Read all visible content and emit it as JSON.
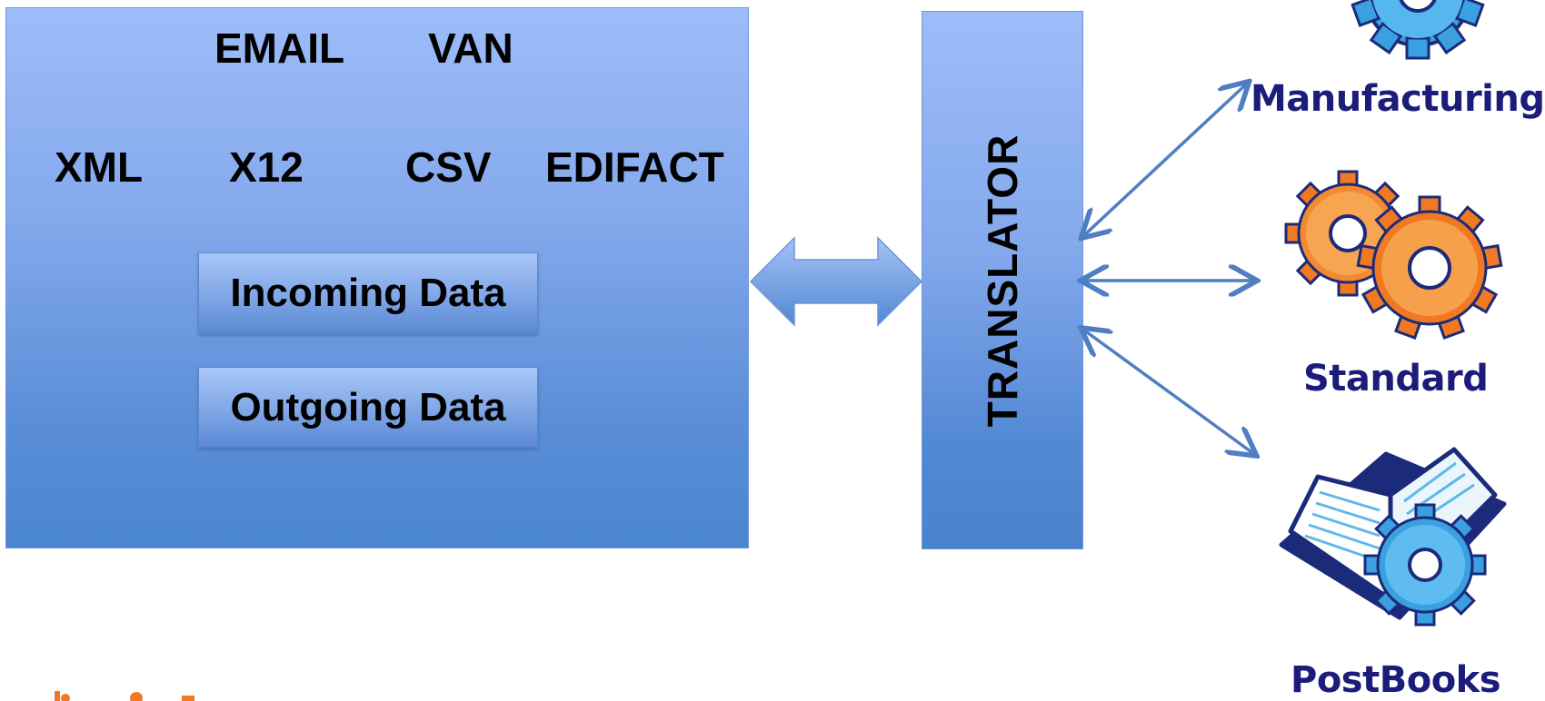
{
  "formats": {
    "email": "EMAIL",
    "van": "VAN",
    "xml": "XML",
    "x12": "X12",
    "csv": "CSV",
    "edifact": "EDIFACT"
  },
  "buttons": {
    "incoming": "Incoming Data",
    "outgoing": "Outgoing Data"
  },
  "translator": {
    "label": "TRANSLATOR"
  },
  "apps": [
    {
      "label": "Manufacturing",
      "icon": "blue-gear-icon"
    },
    {
      "label": "Standard",
      "icon": "orange-gears-icon"
    },
    {
      "label": "PostBooks",
      "icon": "book-gear-icon"
    }
  ],
  "colors": {
    "box_blue": "#83a8ec",
    "arrow_blue": "#4f7fc2",
    "app_label": "#1c1d7a",
    "gear_orange": "#f07a24",
    "gear_blue": "#3aa0e0"
  }
}
